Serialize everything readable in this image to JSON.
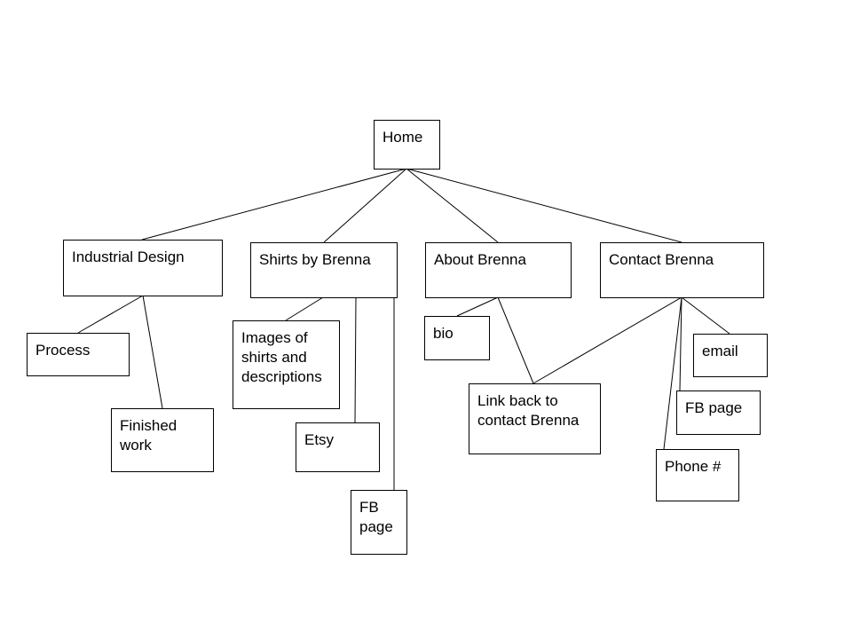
{
  "nodes": {
    "home": "Home",
    "industrial_design": "Industrial Design",
    "shirts": "Shirts by Brenna",
    "about": "About Brenna",
    "contact": "Contact Brenna",
    "process": "Process",
    "finished_work": "Finished\nwork",
    "images_shirts": "Images of\nshirts and\ndescriptions",
    "etsy": "Etsy",
    "fb_page_shirts": "FB\npage",
    "bio": "bio",
    "link_back": "Link back to\ncontact Brenna",
    "email": "email",
    "fb_page_contact": "FB page",
    "phone": "Phone #"
  },
  "colors": {
    "line": "#000000",
    "box_border": "#000000",
    "background": "#ffffff"
  }
}
